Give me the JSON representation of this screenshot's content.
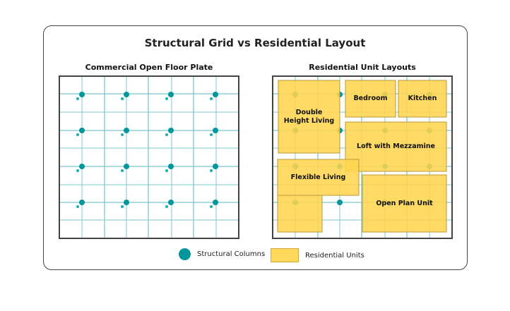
{
  "title": "Structural Grid vs Residential Layout",
  "left_panel": {
    "title": "Commercial Open Floor Plate"
  },
  "right_panel": {
    "title": "Residential Unit Layouts",
    "units": [
      {
        "label": "Double\nHeight Living"
      },
      {
        "label": "Bedroom"
      },
      {
        "label": "Kitchen"
      },
      {
        "label": "Loft with Mezzamine"
      },
      {
        "label": "Flexible Living"
      },
      {
        "label": "Open Plan Unit"
      }
    ]
  },
  "legend": {
    "columns": "Structural Columns",
    "units": "Residential Units"
  },
  "colors": {
    "column": "#00969B",
    "grid": "#7CC8CC",
    "unit": "#FFD54F"
  }
}
